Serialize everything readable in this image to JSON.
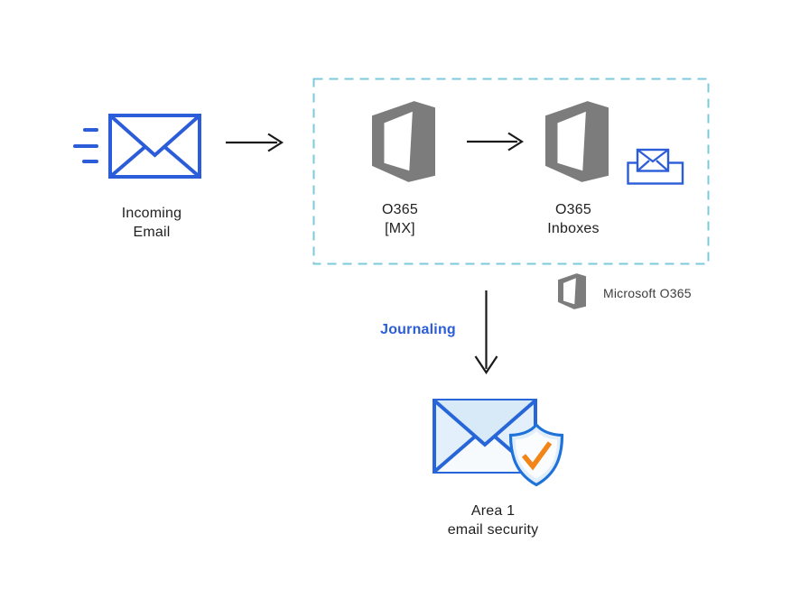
{
  "diagram": {
    "nodes": [
      {
        "id": "incoming-email",
        "icon": "envelope-outline-icon",
        "label": [
          "Incoming",
          "Email"
        ]
      },
      {
        "id": "o365-mx",
        "icon": "office365-icon",
        "label": [
          "O365",
          "[MX]"
        ]
      },
      {
        "id": "o365-inboxes",
        "icon": "office365-icon",
        "secondary_icon": "inbox-envelope-icon",
        "label": [
          "O365",
          "Inboxes"
        ]
      },
      {
        "id": "area1-email-security",
        "icon": "envelope-shield-check-icon",
        "label": [
          "Area 1",
          "email security"
        ]
      }
    ],
    "group": {
      "id": "o365-group",
      "style": "dashed-border",
      "members": [
        "o365-mx",
        "o365-inboxes"
      ]
    },
    "edges": [
      {
        "from": "incoming-email",
        "to": "o365-mx",
        "style": "arrow-right"
      },
      {
        "from": "o365-mx",
        "to": "o365-inboxes",
        "style": "arrow-right"
      },
      {
        "from": "o365-group",
        "to": "area1-email-security",
        "style": "arrow-down",
        "label": "Journaling"
      }
    ],
    "journaling_label": "Journaling",
    "legend": {
      "icon": "office365-icon",
      "label": "Microsoft O365"
    },
    "colors": {
      "envelope_blue": "#2B5CD9",
      "dashed_border": "#7DC9DC",
      "office_gray": "#7C7C7C",
      "arrow_black": "#1A1A1A",
      "label_text": "#1F1F1F",
      "legend_text": "#3D3D3D",
      "journaling_blue": "#2B5DD8",
      "area1_stroke": "#2766D8",
      "area1_fill": "#E3EFFA",
      "area1_flap_fill": "#D8E9F8",
      "area1_center_fill": "#F7FAFD",
      "shield_stroke": "#1E72DA",
      "shield_fill": "#E2EFFB",
      "shield_inner_fill": "#FAFCFE",
      "check_orange": "#F28518"
    }
  }
}
